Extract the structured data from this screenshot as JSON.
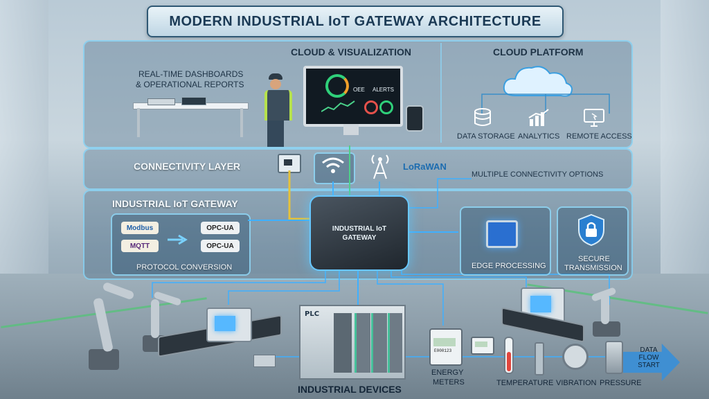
{
  "title": "MODERN INDUSTRIAL IoT GATEWAY ARCHITECTURE",
  "cloud_visualization": {
    "heading": "CLOUD & VISUALIZATION",
    "dashboards_line1": "REAL-TIME DASHBOARDS",
    "dashboards_line2": "& OPERATIONAL REPORTS",
    "screen_oee": "OEE",
    "screen_alerts": "ALERTS"
  },
  "cloud_platform": {
    "heading": "CLOUD PLATFORM",
    "items": [
      "DATA STORAGE",
      "ANALYTICS",
      "REMOTE ACCESS"
    ]
  },
  "connectivity": {
    "heading": "CONNECTIVITY LAYER",
    "lorawan": "LoRaWAN",
    "options": "MULTIPLE CONNECTIVITY OPTIONS"
  },
  "gateway_section": {
    "heading": "INDUSTRIAL IoT GATEWAY",
    "protocols_in": [
      "Modbus",
      "MQTT"
    ],
    "protocols_out": [
      "OPC-UA",
      "OPC-UA"
    ],
    "protocol_conversion": "PROTOCOL CONVERSION",
    "device_line1": "INDUSTRIAL IoT",
    "device_line2": "GATEWAY",
    "edge_processing": "EDGE PROCESSING",
    "secure_line1": "SECURE",
    "secure_line2": "TRANSMISSION"
  },
  "devices": {
    "heading": "INDUSTRIAL DEVICES",
    "plc": "PLC",
    "meter_display": "E000123",
    "energy_line1": "ENERGY",
    "energy_line2": "METERS",
    "sensors": [
      "TEMPERATURE",
      "VIBRATION",
      "PRESSURE"
    ]
  },
  "data_flow": {
    "line1": "DATA",
    "line2": "FLOW",
    "line3": "START"
  },
  "colors": {
    "accent": "#68c8ff",
    "panel_border": "#8cdcff",
    "floor_line": "#57c27a",
    "title_text": "#1b3a55"
  }
}
